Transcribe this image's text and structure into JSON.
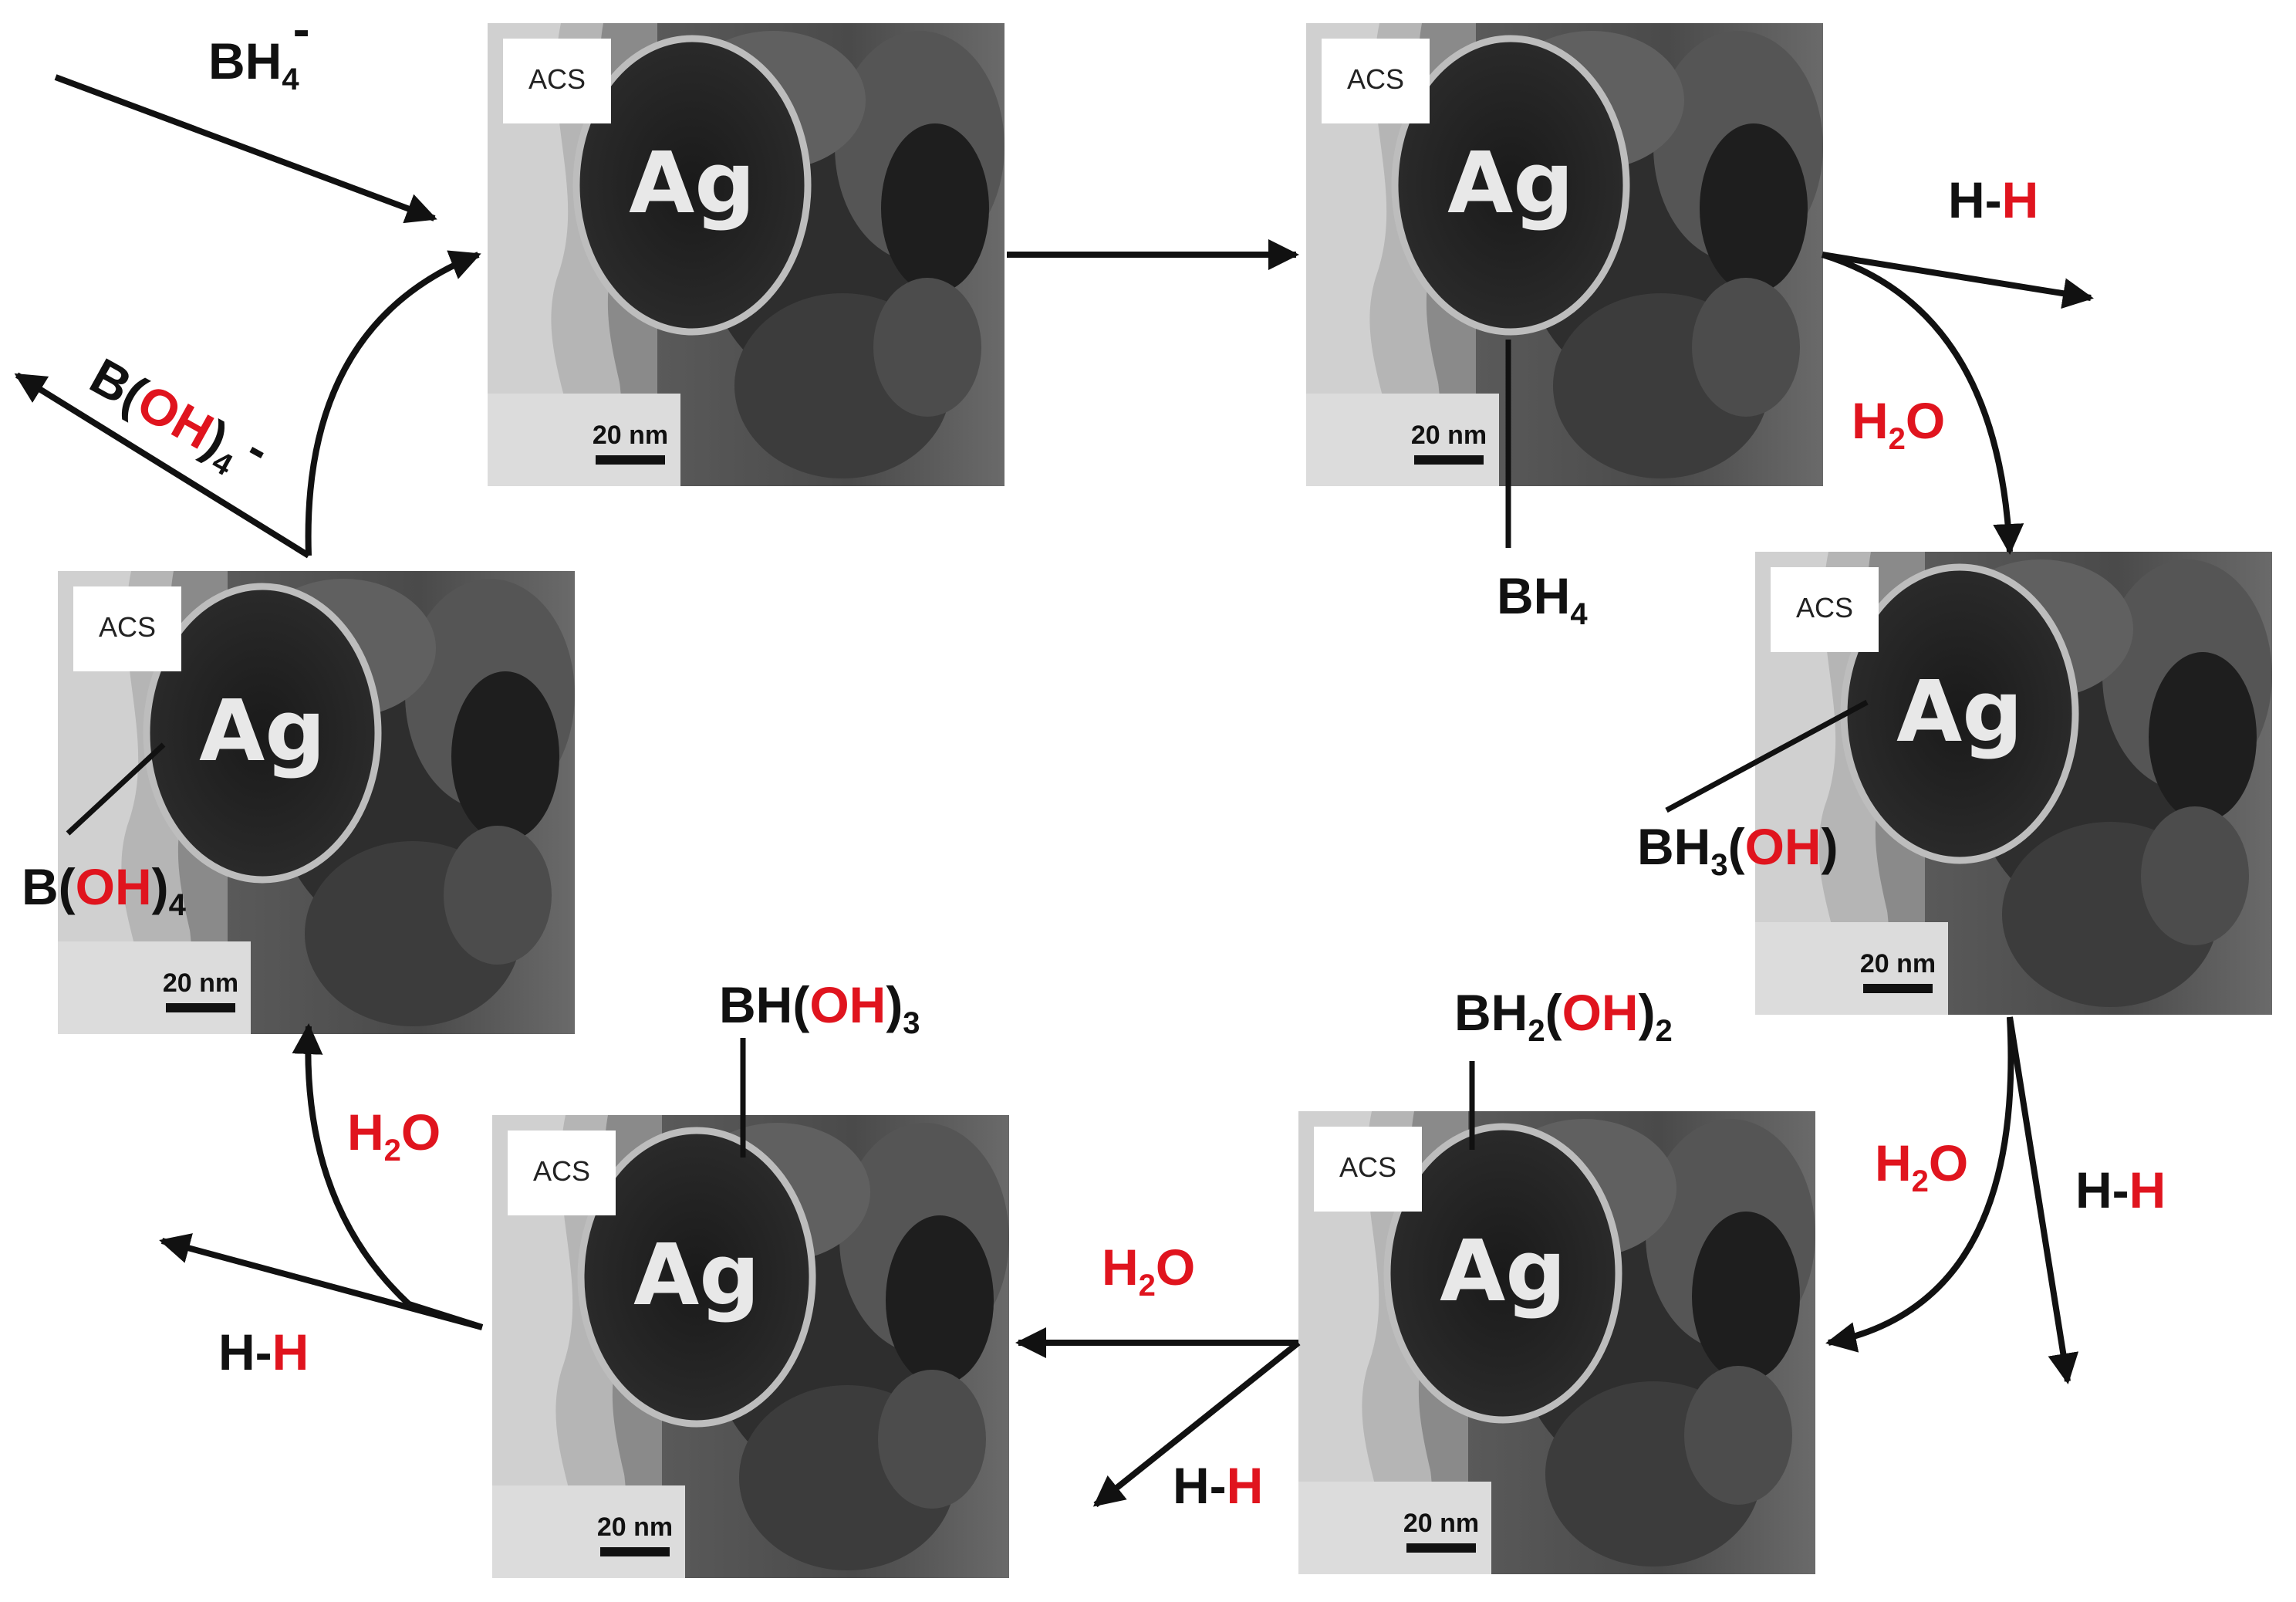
{
  "panel": {
    "source_label": "ACS",
    "particle_label": "Ag",
    "scale_bar": "20 nm"
  },
  "labels": {
    "bh4_minus": {
      "main": "BH",
      "sub": "4",
      "sup": "-"
    },
    "boh4_minus": {
      "p1": "B(",
      "oh": "OH",
      "p2": ")",
      "sub": "4",
      "sup": "-"
    },
    "bh4": {
      "main": "BH",
      "sub": "4"
    },
    "bh3oh": {
      "main": "BH",
      "sub": "3",
      "p1": "(",
      "oh": "OH",
      "p2": ")"
    },
    "bh2oh2": {
      "main": "BH",
      "sub": "2",
      "p1": "(",
      "oh": "OH",
      "p2": ")",
      "sub2": "2"
    },
    "bhoh3": {
      "main": "BH(",
      "oh": "OH",
      "p2": ")",
      "sub": "3"
    },
    "boh4": {
      "p1": "B(",
      "oh": "OH",
      "p2": ")",
      "sub": "4"
    },
    "h2o": {
      "h": "H",
      "sub": "2",
      "o": "O"
    },
    "hh": {
      "h1": "H",
      "dash": "-",
      "h2": "H"
    }
  },
  "colors": {
    "black": "#111111",
    "red": "#e0141e"
  }
}
